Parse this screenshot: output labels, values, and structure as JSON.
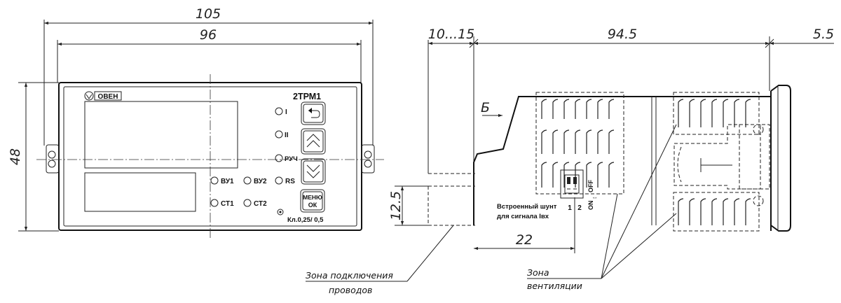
{
  "dimensions": {
    "overall_width": "105",
    "panel_width": "96",
    "height": "48",
    "mount_depth": "10...15",
    "body_depth": "94.5",
    "bezel_depth": "5.5",
    "terminal_height": "12.5",
    "shunt_offset": "22"
  },
  "front_panel": {
    "logo": "ОВЕН",
    "model": "2ТРМ1",
    "indicators": {
      "i": "I",
      "ii": "II",
      "manual": "РУЧ",
      "vu1": "ВУ1",
      "vu2": "ВУ2",
      "rs": "RS",
      "st1": "СТ1",
      "st2": "СТ2"
    },
    "menu_label": "МЕНЮ",
    "ok_label": "ОК",
    "accuracy_class": "Кл.0,25/ 0,5"
  },
  "side_view": {
    "view_marker": "Б",
    "shunt_note_line1": "Встроенный шунт",
    "shunt_note_line2": "для сигнала Iвх",
    "switch_pos_1": "1",
    "switch_pos_2": "2",
    "switch_on": "ON",
    "switch_off": "OFF"
  },
  "callouts": {
    "wiring_line1": "Зона  подключения",
    "wiring_line2": "проводов",
    "vent_line1": "Зона",
    "vent_line2": "вентиляции"
  }
}
